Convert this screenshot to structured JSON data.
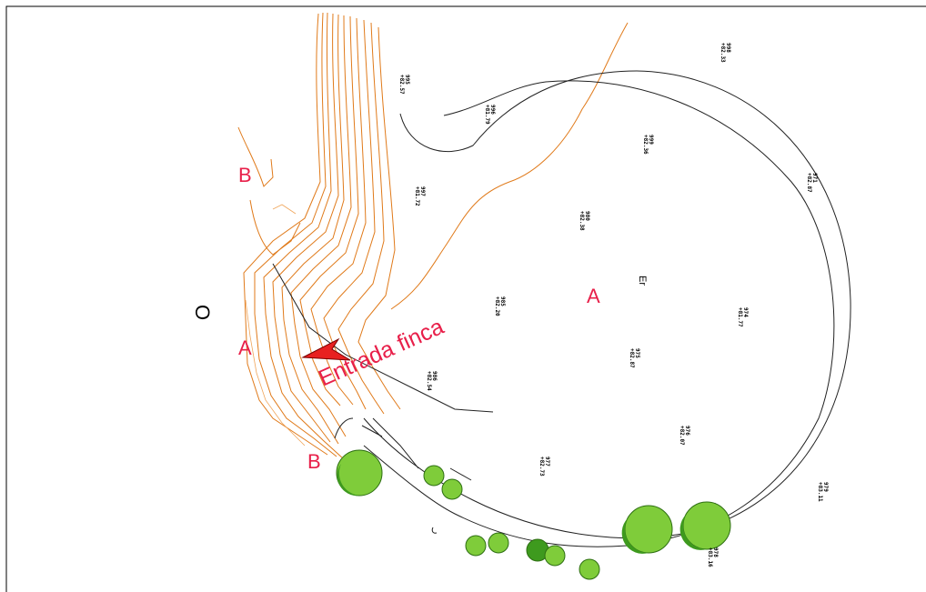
{
  "plan": {
    "labels": {
      "zone_a_main": "A",
      "zone_a_left": "A",
      "zone_b_top": "B",
      "zone_b_bottom": "B",
      "big_o": "O",
      "er": "Er",
      "entrance": "Entrada finca"
    },
    "survey_points": [
      {
        "id": "point-1",
        "num": "995",
        "elev": "+82.57"
      },
      {
        "id": "point-2",
        "num": "996",
        "elev": "+81.79"
      },
      {
        "id": "point-3",
        "num": "997",
        "elev": "+81.72"
      },
      {
        "id": "point-4",
        "num": "998",
        "elev": "+82.33"
      },
      {
        "id": "point-5",
        "num": "999",
        "elev": "+82.36"
      },
      {
        "id": "point-6",
        "num": "980",
        "elev": "+82.38"
      },
      {
        "id": "point-7",
        "num": "971",
        "elev": "+82.87"
      },
      {
        "id": "point-8",
        "num": "985",
        "elev": "+82.20"
      },
      {
        "id": "point-9",
        "num": "974",
        "elev": "+81.77"
      },
      {
        "id": "point-10",
        "num": "975",
        "elev": "+82.87"
      },
      {
        "id": "point-11",
        "num": "986",
        "elev": "+82.54"
      },
      {
        "id": "point-12",
        "num": "976",
        "elev": "+82.07"
      },
      {
        "id": "point-13",
        "num": "977",
        "elev": "+82.73"
      },
      {
        "id": "point-14",
        "num": "979",
        "elev": "+83.11"
      },
      {
        "id": "point-15",
        "num": "978",
        "elev": "+83.16"
      }
    ],
    "colors": {
      "contour": "#e07a1a",
      "contour_light": "#f0a55a",
      "label": "#e8204a",
      "tree_light": "#7fcc3a",
      "tree_dark": "#3e9a1e",
      "arrow": "#e82020"
    }
  }
}
